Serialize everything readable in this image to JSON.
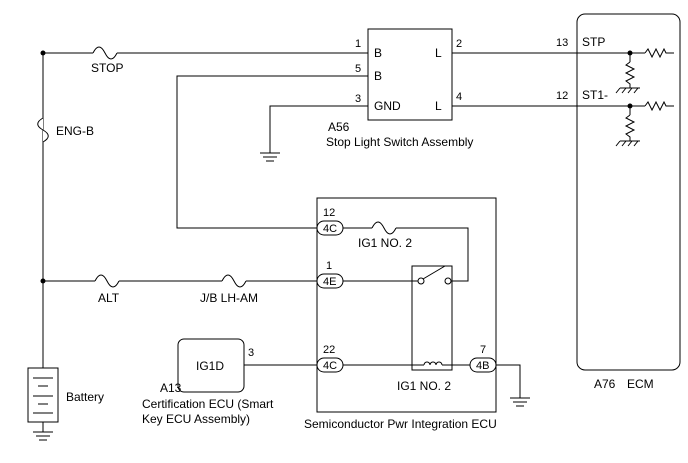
{
  "labels": {
    "stop_fuse": "STOP",
    "engb_fuse": "ENG-B",
    "alt_fuse": "ALT",
    "jb_fuse": "J/B LH-AM",
    "ig1_fuse": "IG1 NO. 2",
    "ig1_relay": "IG1 NO. 2",
    "battery": "Battery"
  },
  "switch": {
    "code": "A56",
    "name": "Stop Light Switch Assembly",
    "terms": {
      "b1": "B",
      "b2": "B",
      "gnd": "GND",
      "l1": "L",
      "l2": "L"
    },
    "pins": {
      "p1": "1",
      "p5": "5",
      "p3": "3",
      "p2": "2",
      "p4": "4"
    }
  },
  "ecm": {
    "code": "A76",
    "name": "ECM",
    "stp": "STP",
    "st1": "ST1-",
    "pin13": "13",
    "pin12": "12"
  },
  "pwr_ecu": {
    "name": "Semiconductor Pwr Integration ECU",
    "pin12": "12",
    "conn_4c_top": "4C",
    "pin1": "1",
    "conn_4e": "4E",
    "pin22": "22",
    "conn_4c_bottom": "4C",
    "pin7": "7",
    "conn_4b": "4B"
  },
  "cert_ecu": {
    "code": "A13",
    "name_line1": "Certification ECU (Smart",
    "name_line2": "Key ECU Assembly)",
    "terminal": "IG1D",
    "pin": "3"
  }
}
